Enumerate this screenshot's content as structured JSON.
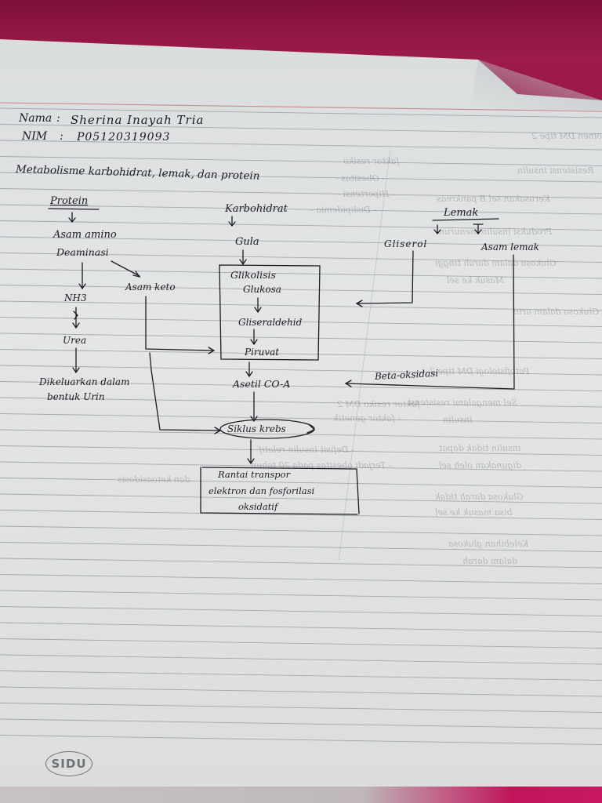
{
  "header": {
    "name_label": "Nama",
    "name_value": "Sherina Inayah Tria",
    "nim_label": "NIM",
    "nim_value": "P05120319093"
  },
  "title": "Metabolisme karbohidrat, lemak, dan protein",
  "protein_column": {
    "heading": "Protein",
    "amino": "Asam amino",
    "deaminasi": "Deaminasi",
    "nh3": "NH3",
    "urea": "Urea",
    "excreted_line1": "Dikeluarkan dalam",
    "excreted_line2": "bentuk Urin",
    "keto": "Asam keto"
  },
  "carb_column": {
    "heading": "Karbohidrat",
    "gula": "Gula",
    "glikolisis": "Glikolisis",
    "glukosa": "Glukosa",
    "gliseraldehid": "Gliseraldehid",
    "piruvat": "Piruvat",
    "asetil": "Asetil CO-A",
    "krebs": "Siklus krebs",
    "rantai_line1": "Rantai transpor",
    "rantai_line2": "elektron dan fosforilasi",
    "rantai_line3": "oksidatif"
  },
  "fat_column": {
    "heading": "Lemak",
    "gliserol": "Gliserol",
    "asam_lemak": "Asam lemak",
    "beta": "Beta-oksidasi"
  },
  "logo": "SIDU",
  "colors": {
    "ink": "#1b1b24",
    "paper": "#e1e3e3",
    "rule_line": "#8e959c",
    "margin_line": "#c98a8a",
    "background": "#9c1a4a"
  }
}
